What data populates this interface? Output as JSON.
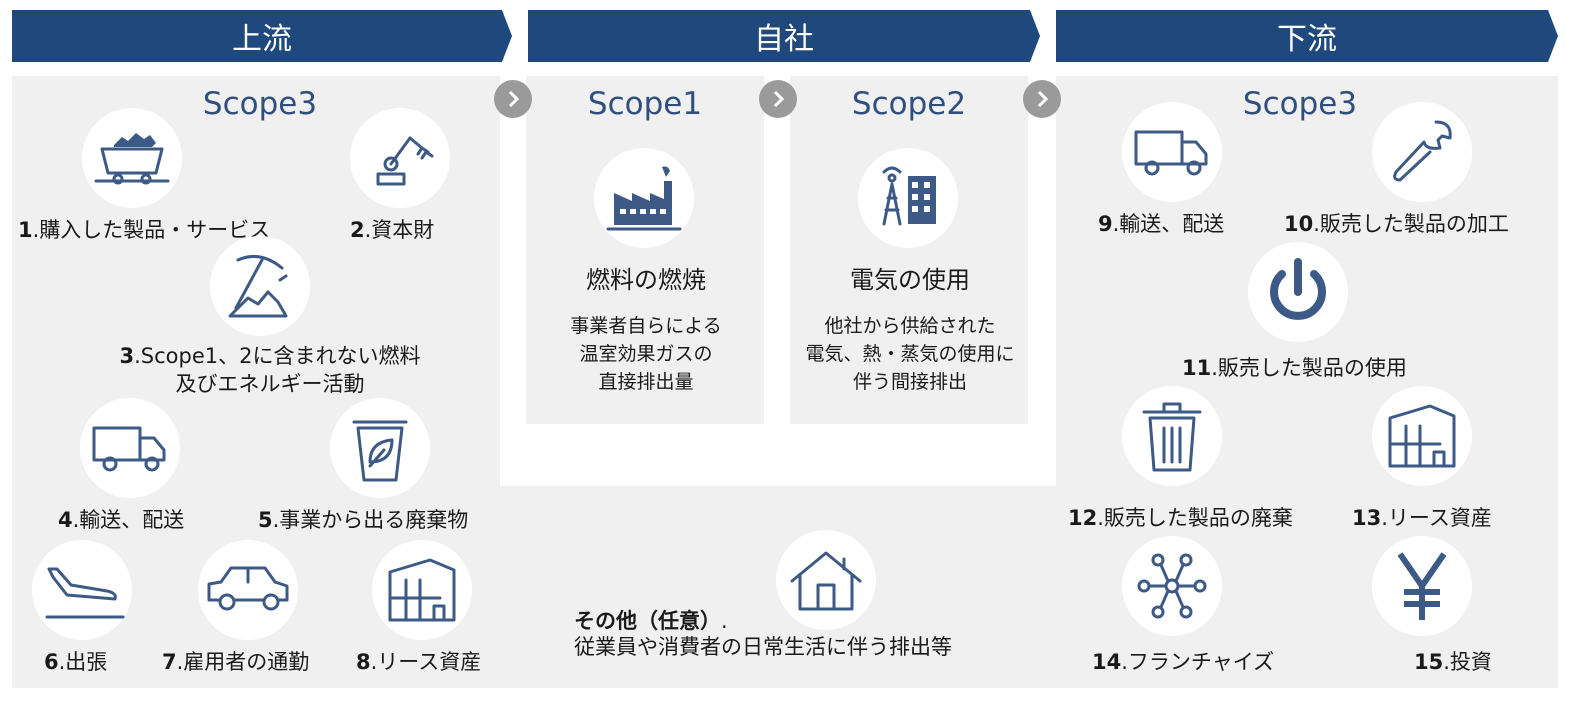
{
  "banners": {
    "upstream": "上流",
    "company": "自社",
    "downstream": "下流"
  },
  "upstream": {
    "scope": "Scope3",
    "items": [
      {
        "num": "1",
        "text": ".購入した製品・サービス",
        "icon": "mine-cart-icon"
      },
      {
        "num": "2",
        "text": ".資本財",
        "icon": "robot-arm-icon"
      },
      {
        "num": "3",
        "text": ".Scope1、2に含まれない燃料",
        "text2": "及びエネルギー活動",
        "icon": "pickaxe-icon"
      },
      {
        "num": "4",
        "text": ".輸送、配送",
        "icon": "truck-icon"
      },
      {
        "num": "5",
        "text": ".事業から出る廃棄物",
        "icon": "recycle-bin-icon"
      },
      {
        "num": "6",
        "text": ".出張",
        "icon": "airplane-icon"
      },
      {
        "num": "7",
        "text": ".雇用者の通勤",
        "icon": "car-icon"
      },
      {
        "num": "8",
        "text": ".リース資産",
        "icon": "factory-icon"
      }
    ]
  },
  "company": {
    "scope1": {
      "title": "Scope1",
      "heading": "燃料の燃焼",
      "desc": [
        "事業者自らによる",
        "温室効果ガスの",
        "直接排出量"
      ]
    },
    "scope2": {
      "title": "Scope2",
      "heading": "電気の使用",
      "desc": [
        "他社から供給された",
        "電気、熱・蒸気の使用に",
        "伴う間接排出"
      ]
    },
    "other": {
      "title": "その他（任意）",
      "suffix": ".",
      "desc": "従業員や消費者の日常生活に伴う排出等"
    }
  },
  "downstream": {
    "scope": "Scope3",
    "items": [
      {
        "num": "9",
        "text": ".輸送、配送",
        "icon": "truck-icon"
      },
      {
        "num": "10",
        "text": ".販売した製品の加工",
        "icon": "wrench-icon"
      },
      {
        "num": "11",
        "text": ".販売した製品の使用",
        "icon": "power-icon"
      },
      {
        "num": "12",
        "text": ".販売した製品の廃棄",
        "icon": "trash-can-icon"
      },
      {
        "num": "13",
        "text": ".リース資産",
        "icon": "factory-icon"
      },
      {
        "num": "14",
        "text": ".フランチャイズ",
        "icon": "network-icon"
      },
      {
        "num": "15",
        "text": ".投資",
        "icon": "yen-icon"
      }
    ]
  },
  "colors": {
    "banner": "#1f497d",
    "panel": "#f0f0f0",
    "icon": "#3d5a86",
    "scope_text": "#2f4f7f",
    "arrow": "#9a9a9a"
  }
}
